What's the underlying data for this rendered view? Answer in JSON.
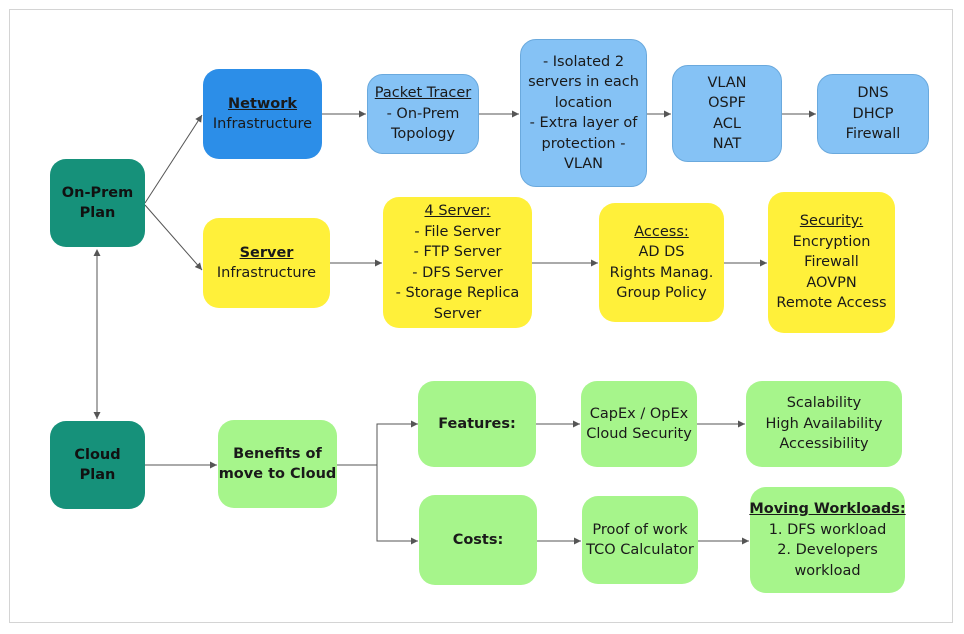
{
  "colors": {
    "teal": "#16917a",
    "network_blue": "#2c8ee8",
    "light_blue": "#85c2f5",
    "yellow": "#fff03a",
    "green": "#a6f58b",
    "connector": "#555555"
  },
  "nodes": {
    "onprem": {
      "lines": [
        "On-Prem",
        "Plan"
      ]
    },
    "cloud": {
      "lines": [
        "Cloud",
        "Plan"
      ]
    },
    "network": {
      "heading": "Network",
      "lines": [
        "Infrastructure"
      ]
    },
    "packet": {
      "heading": "Packet Tracer",
      "lines": [
        "- On-Prem",
        "Topology"
      ]
    },
    "isolated": {
      "lines": [
        "- Isolated 2",
        "servers in each",
        "location",
        "- Extra layer of",
        "protection -",
        "VLAN"
      ]
    },
    "vlan": {
      "lines": [
        "VLAN",
        "OSPF",
        "ACL",
        "NAT"
      ]
    },
    "dns": {
      "lines": [
        "DNS",
        "DHCP",
        "Firewall"
      ]
    },
    "server": {
      "heading": "Server",
      "lines": [
        "Infrastructure"
      ]
    },
    "fourserver": {
      "heading": "4 Server:",
      "lines": [
        "- File Server",
        "- FTP Server",
        "- DFS Server",
        "- Storage Replica",
        "Server"
      ]
    },
    "access": {
      "heading": "Access:",
      "lines": [
        "AD DS",
        "Rights Manag.",
        "Group Policy"
      ]
    },
    "security": {
      "heading": "Security:",
      "lines": [
        "Encryption",
        "Firewall",
        "AOVPN",
        "Remote Access"
      ]
    },
    "benefits": {
      "lines": [
        "Benefits of",
        "move to Cloud"
      ]
    },
    "features": {
      "lines": [
        "Features:"
      ]
    },
    "capex": {
      "lines": [
        "CapEx / OpEx",
        "Cloud Security"
      ]
    },
    "scal": {
      "lines": [
        "Scalability",
        "High Availability",
        "Accessibility"
      ]
    },
    "costs": {
      "lines": [
        "Costs:"
      ]
    },
    "proof": {
      "lines": [
        "Proof of work",
        "TCO Calculator"
      ]
    },
    "moving": {
      "heading": "Moving Workloads:",
      "lines": [
        "1. DFS workload",
        "2. Developers",
        "workload"
      ]
    }
  }
}
